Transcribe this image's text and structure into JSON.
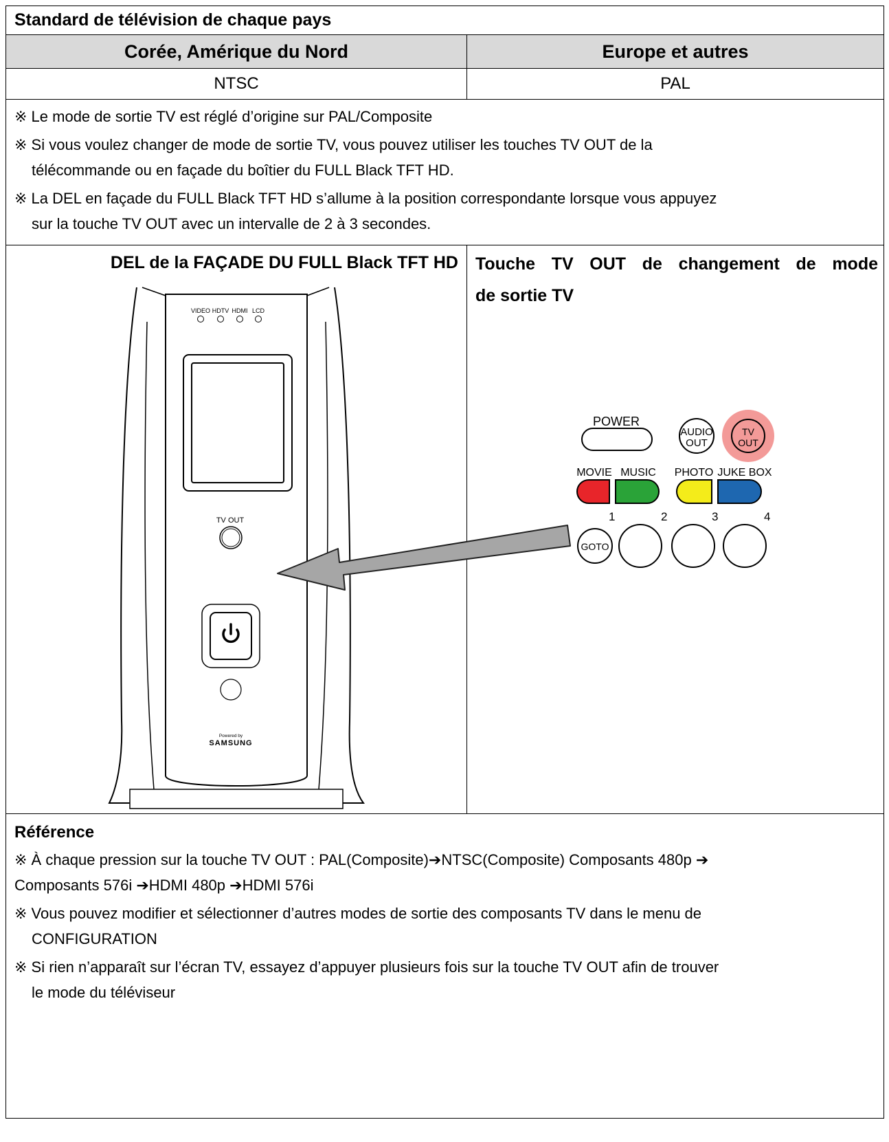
{
  "title": "Standard de télévision de chaque pays",
  "header": {
    "col1": "Corée, Amérique du Nord",
    "col2": "Europe et autres"
  },
  "values": {
    "col1": "NTSC",
    "col2": "PAL"
  },
  "notes": [
    {
      "mark": "※",
      "line1": " Le mode de sortie TV est réglé d’origine sur PAL/Composite",
      "line2": ""
    },
    {
      "mark": "※",
      "line1": " Si vous voulez changer de mode de sortie TV, vous pouvez utiliser les touches TV OUT de la",
      "line2": "télécommande ou en façade du boîtier du FULL Black TFT HD."
    },
    {
      "mark": "※",
      "line1": " La DEL en façade du FULL Black TFT HD s’allume à la position correspondante lorsque vous appuyez",
      "line2": "sur la touche TV OUT avec un intervalle de 2 à 3 secondes."
    }
  ],
  "left_panel": {
    "title": "DEL de la FAÇADE DU FULL Black TFT HD",
    "led_labels": [
      "VIDEO",
      "HDTV",
      "HDMI",
      "LCD"
    ],
    "tv_out_label": "TV OUT",
    "powered_by": "Powered by",
    "brand": "SAMSUNG"
  },
  "right_panel": {
    "title_line1": "Touche TV OUT de changement de mode",
    "title_line2": "de sortie TV",
    "remote": {
      "power": "POWER",
      "audio_out_1": "AUDIO",
      "audio_out_2": "OUT",
      "tv_out_1": "TV",
      "tv_out_2": "OUT",
      "movie": "MOVIE",
      "music": "MUSIC",
      "photo": "PHOTO",
      "jukebox": "JUKE BOX",
      "goto": "GOTO",
      "num1": "1",
      "num2": "2",
      "num3": "3",
      "num4": "4",
      "colors": {
        "movie": "#e8252a",
        "music": "#2aa338",
        "photo": "#f4ec1a",
        "jukebox": "#1e67b0",
        "tv_out_highlight": "#f39a98"
      }
    }
  },
  "reference": {
    "heading": "Référence",
    "notes": [
      {
        "mark": "※",
        "line1": " À chaque pression sur la touche TV OUT : PAL(Composite)➔NTSC(Composite) Composants 480p ➔",
        "line2": "Composants 576i ➔HDMI 480p ➔HDMI 576i",
        "indent": false
      },
      {
        "mark": "※",
        "line1": " Vous pouvez modifier et sélectionner d’autres modes de sortie des composants TV dans le menu de",
        "line2": "CONFIGURATION",
        "indent": true
      },
      {
        "mark": "※",
        "line1": " Si rien n’apparaît sur l’écran TV, essayez d’appuyer plusieurs fois sur la touche TV OUT afin de trouver",
        "line2": "le mode du téléviseur",
        "indent": true
      }
    ]
  }
}
